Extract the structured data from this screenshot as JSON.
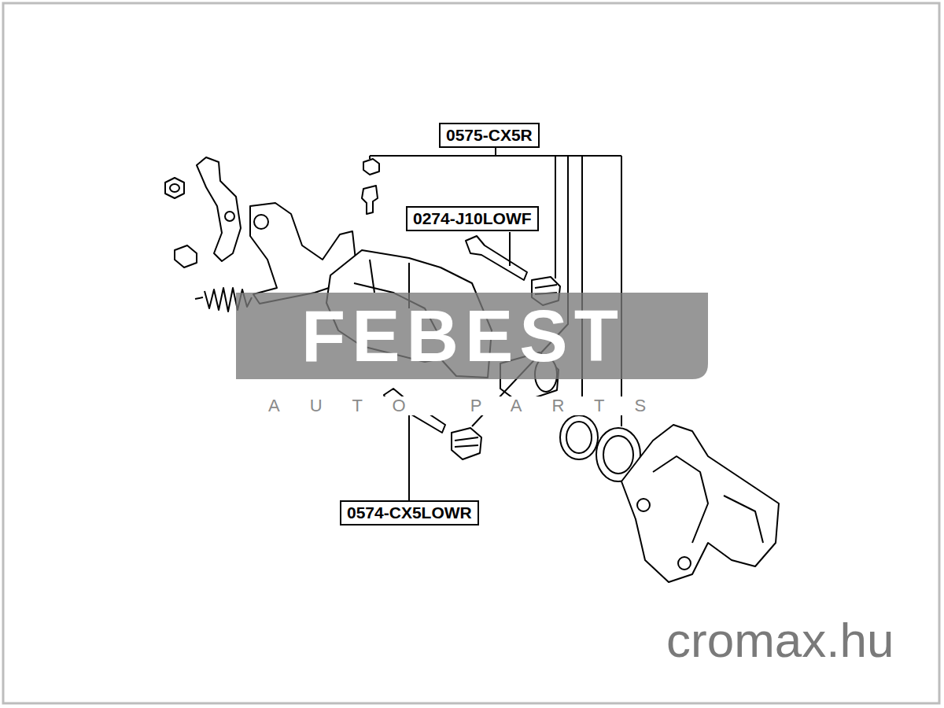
{
  "diagram": {
    "nodes": [
      {
        "text": [
          "0575-CX5R"
        ]
      },
      {
        "text": [
          "0274-J10LOWF"
        ]
      },
      {
        "text": [
          "0574-CX5LOWR"
        ]
      }
    ],
    "labels": [
      "FEBEST",
      "AUTO PARTS",
      "cromax.hu"
    ]
  }
}
